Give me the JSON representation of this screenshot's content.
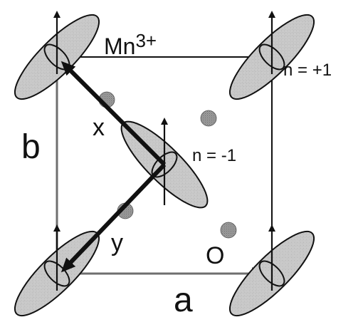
{
  "labels": {
    "ion": "Mn",
    "ion_charge": "3+",
    "orbital_state_corner": "n = +1",
    "orbital_state_center": "n = -1",
    "axis_local_x": "x",
    "axis_local_y": "y",
    "oxygen": "O",
    "lattice_a": "a",
    "lattice_b": "b"
  },
  "colors": {
    "line": "#111111",
    "orbital_fill": "#c9c9c9",
    "oxygen_fill": "#8a8a8a",
    "lattice_arrow": "#7a7a7a",
    "background": "#ffffff"
  }
}
